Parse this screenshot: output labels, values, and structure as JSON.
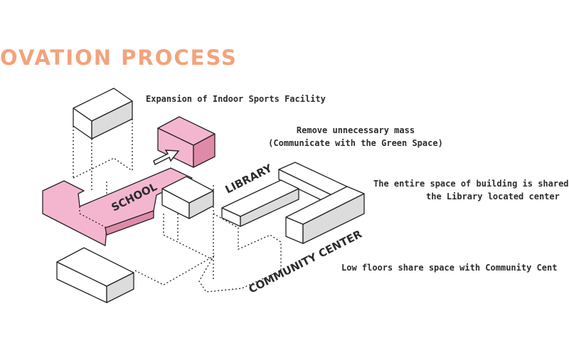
{
  "title": "OVATION PROCESS",
  "notes": {
    "sports": "Expansion of Indoor Sports Facility",
    "remove_line1": "Remove unnecessary mass",
    "remove_line2": "(Communicate with the Green Space)",
    "shared_line1": "The entire space of building is shared",
    "shared_line2": "the Library located center",
    "community": "Low floors share space with Community Cent"
  },
  "labels": {
    "school": "SCHOOL",
    "library": "LIBRARY",
    "community_center": "COMMUNITY CENTER"
  },
  "colors": {
    "accent_title": "#f2a37c",
    "mass_pink": "#f4b6cf",
    "mass_pink_dark": "#e08aa9",
    "line": "#222222"
  }
}
